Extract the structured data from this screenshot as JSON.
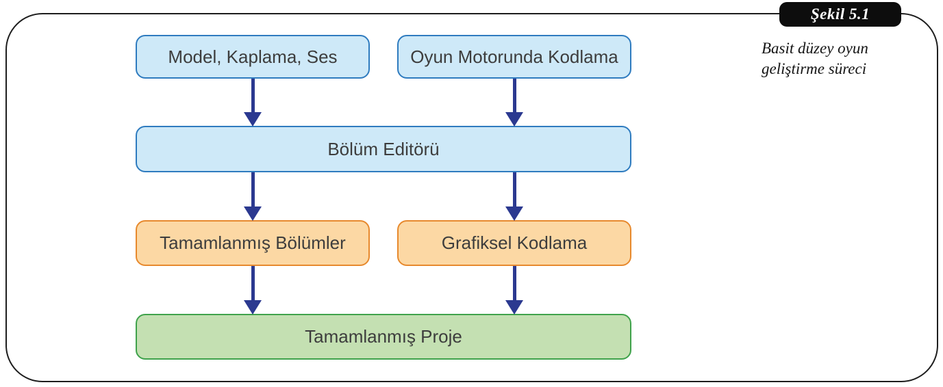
{
  "figure": {
    "tag": "Şekil 5.1",
    "caption": "Basit düzey oyun geliştirme süreci"
  },
  "diagram": {
    "type": "flowchart",
    "nodes": [
      {
        "id": "model-kaplama-ses",
        "label": "Model, Kaplama, Ses",
        "color": "blue"
      },
      {
        "id": "oyun-motorunda-kodlama",
        "label": "Oyun Motorunda Kodlama",
        "color": "blue"
      },
      {
        "id": "bolum-editoru",
        "label": "Bölüm Editörü",
        "color": "blue"
      },
      {
        "id": "tamamlanmis-bolumler",
        "label": "Tamamlanmış Bölümler",
        "color": "orange"
      },
      {
        "id": "grafiksel-kodlama",
        "label": "Grafiksel Kodlama",
        "color": "orange"
      },
      {
        "id": "tamamlanmis-proje",
        "label": "Tamamlanmış Proje",
        "color": "green"
      }
    ],
    "edges": [
      {
        "from": "model-kaplama-ses",
        "to": "bolum-editoru"
      },
      {
        "from": "oyun-motorunda-kodlama",
        "to": "bolum-editoru"
      },
      {
        "from": "bolum-editoru",
        "to": "tamamlanmis-bolumler"
      },
      {
        "from": "bolum-editoru",
        "to": "grafiksel-kodlama"
      },
      {
        "from": "tamamlanmis-bolumler",
        "to": "tamamlanmis-proje"
      },
      {
        "from": "grafiksel-kodlama",
        "to": "tamamlanmis-proje"
      }
    ],
    "colors": {
      "blue_fill": "#cee9f8",
      "blue_border": "#2e7bbf",
      "orange_fill": "#fcd8a4",
      "orange_border": "#e7892d",
      "green_fill": "#c4e0b2",
      "green_border": "#3fa24b",
      "arrow": "#2b3990",
      "node_text": "#3d3d3d",
      "frame_border": "#1d1d1d",
      "tag_bg": "#0d0d0d",
      "tag_text": "#ffffff",
      "caption_text": "#141414"
    }
  }
}
